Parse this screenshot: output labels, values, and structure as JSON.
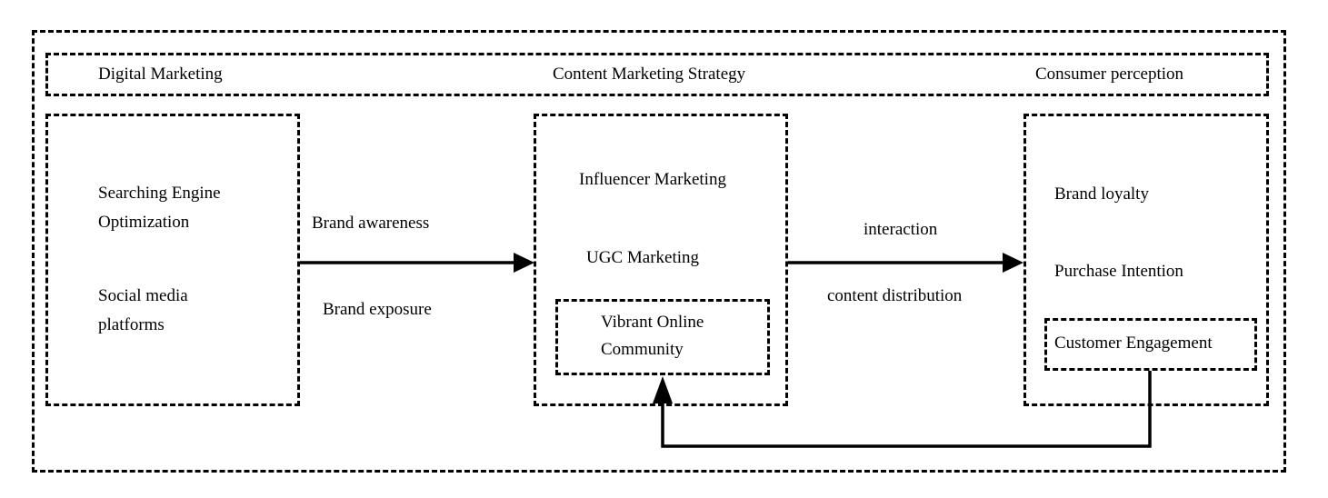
{
  "header": {
    "digital_marketing": "Digital Marketing",
    "content_marketing_strategy": "Content Marketing Strategy",
    "consumer_perception": "Consumer perception"
  },
  "left_box": {
    "seo_line1": "Searching Engine",
    "seo_line2": "Optimization",
    "social_line1": "Social media",
    "social_line2": "platforms"
  },
  "left_arrow": {
    "label_top": "Brand awareness",
    "label_bottom": "Brand exposure"
  },
  "middle_box": {
    "influencer": "Influencer Marketing",
    "ugc": "UGC Marketing",
    "community_line1": "Vibrant Online",
    "community_line2": "Community"
  },
  "right_arrow": {
    "label_top": "interaction",
    "label_bottom": "content distribution"
  },
  "right_box": {
    "loyalty": "Brand loyalty",
    "intention": "Purchase Intention",
    "engagement": "Customer Engagement"
  }
}
